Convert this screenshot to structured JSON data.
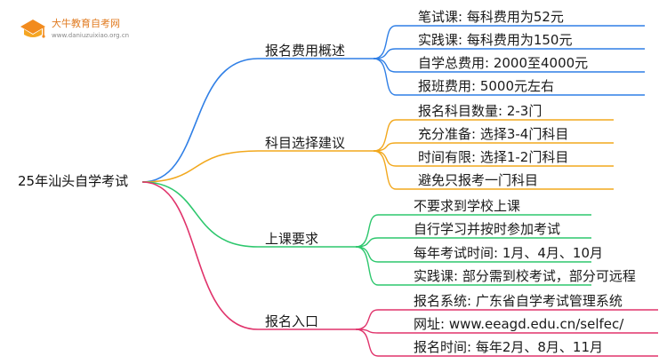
{
  "logo": {
    "title": "大牛教育自考网",
    "url": "www.daniuzuixiao.org.cn"
  },
  "root": "25年汕头自学考试",
  "branches": [
    {
      "label": "报名费用概述",
      "color": "#2f7fe6",
      "children": [
        "笔试课: 每科费用为52元",
        "实践课: 每科费用为150元",
        "自学总费用: 2000至4000元",
        "报班费用: 5000元左右"
      ]
    },
    {
      "label": "科目选择建议",
      "color": "#f2a81d",
      "children": [
        "报名科目数量: 2-3门",
        "充分准备: 选择3-4门科目",
        "时间有限: 选择1-2门科目",
        "避免只报考一门科目"
      ]
    },
    {
      "label": "上课要求",
      "color": "#2dc76d",
      "children": [
        "不要求到学校上课",
        "自行学习并按时参加考试",
        "每年考试时间: 1月、4月、10月",
        "实践课: 部分需到校考试，部分可远程"
      ]
    },
    {
      "label": "报名入口",
      "color": "#e0336b",
      "children": [
        "报名系统: 广东省自学考试管理系统",
        "网址: www.eeagd.edu.cn/selfec/",
        "报名时间: 每年2月、8月、11月"
      ]
    }
  ]
}
